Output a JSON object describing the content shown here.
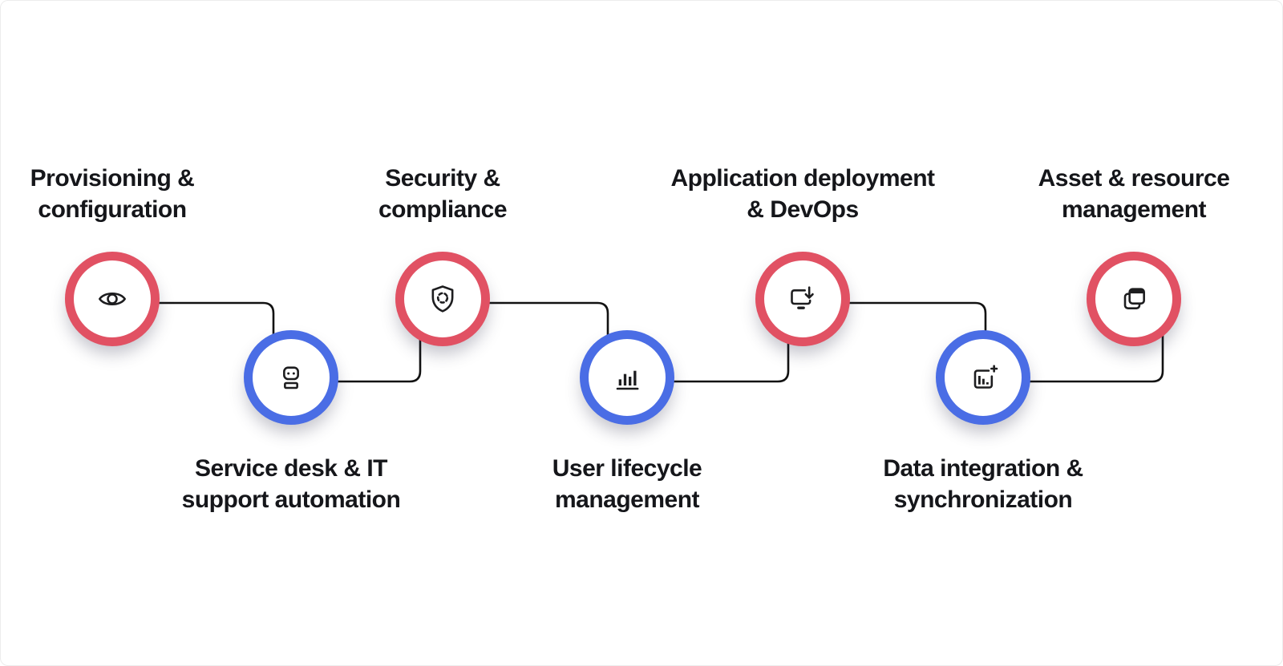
{
  "diagram": {
    "background_color": "#ffffff",
    "connector_color": "#121212",
    "accent_red": "#e15163",
    "accent_blue": "#4a6de5",
    "text_color": "#15161a",
    "nodes": [
      {
        "label_line1": "Provisioning &",
        "label_line2": "configuration",
        "icon": "eye-icon",
        "ring_color": "red",
        "row": "top"
      },
      {
        "label_line1": "Service desk & IT",
        "label_line2": "support automation",
        "icon": "robot-icon",
        "ring_color": "blue",
        "row": "bottom"
      },
      {
        "label_line1": "Security &",
        "label_line2": "compliance",
        "icon": "shield-icon",
        "ring_color": "red",
        "row": "top"
      },
      {
        "label_line1": "User lifecycle",
        "label_line2": "management",
        "icon": "bar-chart-icon",
        "ring_color": "blue",
        "row": "bottom"
      },
      {
        "label_line1": "Application deployment",
        "label_line2": "& DevOps",
        "icon": "monitor-download-icon",
        "ring_color": "red",
        "row": "top"
      },
      {
        "label_line1": "Data integration &",
        "label_line2": "synchronization",
        "icon": "chart-add-icon",
        "ring_color": "blue",
        "row": "bottom"
      },
      {
        "label_line1": "Asset & resource",
        "label_line2": "management",
        "icon": "window-copy-icon",
        "ring_color": "red",
        "row": "top"
      }
    ]
  }
}
